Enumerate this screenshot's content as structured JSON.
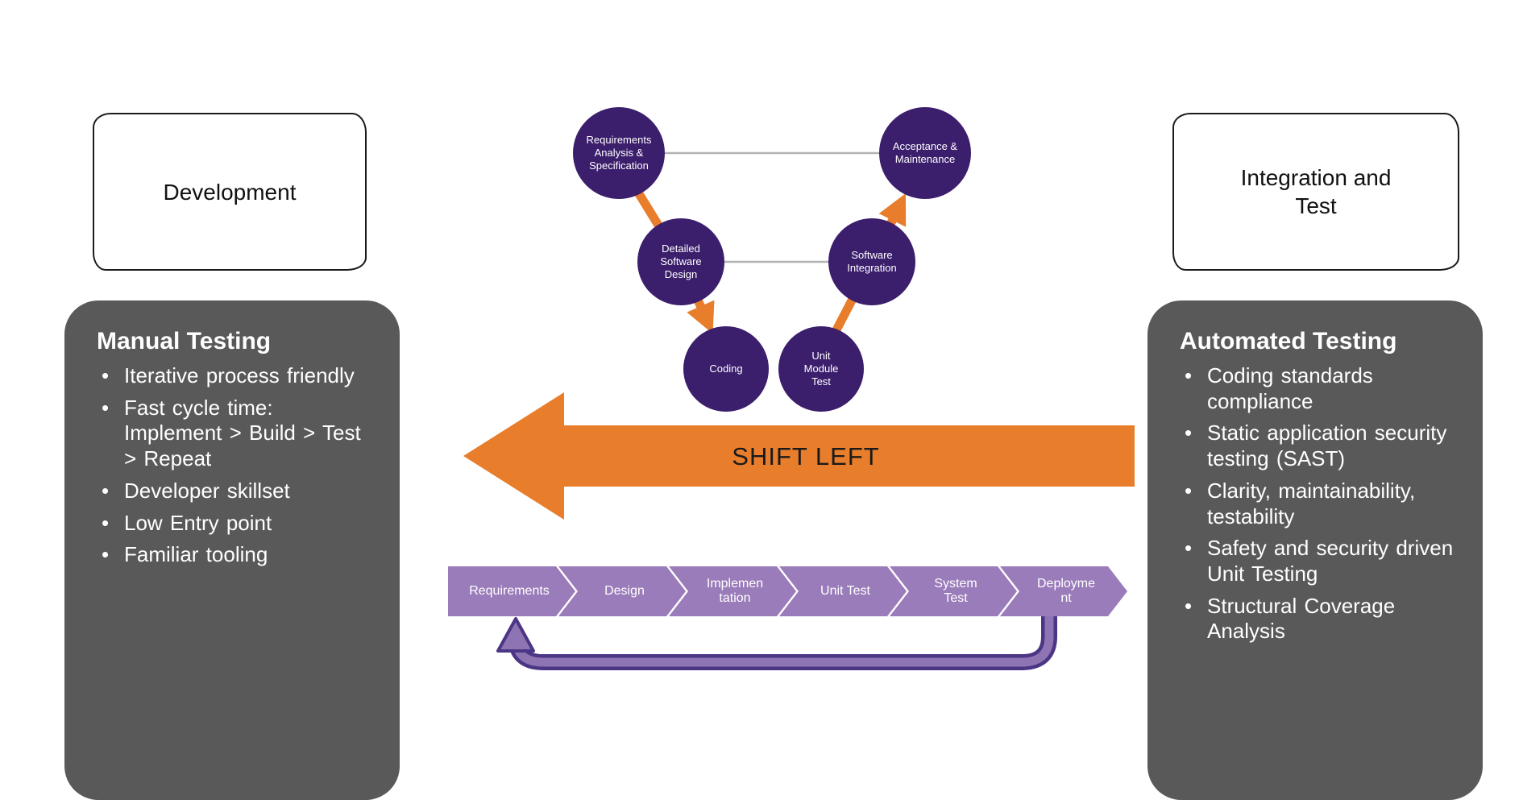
{
  "labels": {
    "development": "Development",
    "integration_test": "Integration and\nTest",
    "shift_left": "SHIFT LEFT"
  },
  "manual_testing": {
    "title": "Manual Testing",
    "bullets": [
      "Iterative process friendly",
      "Fast cycle time: Implement > Build > Test > Repeat",
      "Developer skillset",
      "Low Entry point",
      "Familiar tooling"
    ]
  },
  "automated_testing": {
    "title": "Automated Testing",
    "bullets": [
      "Coding standards compliance",
      "Static application security testing (SAST)",
      "Clarity, maintainability, testability",
      "Safety and security driven Unit Testing",
      "Structural Coverage Analysis"
    ]
  },
  "v_model": {
    "nodes": [
      {
        "label": "Requirements\nAnalysis &\nSpecification"
      },
      {
        "label": "Detailed\nSoftware\nDesign"
      },
      {
        "label": "Coding"
      },
      {
        "label": "Unit\nModule\nTest"
      },
      {
        "label": "Software\nIntegration"
      },
      {
        "label": "Acceptance &\nMaintenance"
      }
    ]
  },
  "pipeline": {
    "stages": [
      "Requirements",
      "Design",
      "Implemen\ntation",
      "Unit Test",
      "System\nTest",
      "Deployme\nnt"
    ]
  },
  "colors": {
    "node_purple": "#3B1E6C",
    "arrow_orange": "#E87E2B",
    "chevron_purple": "#9B7CBA",
    "loop_fill_purple": "#8F74B3",
    "loop_outline_purple": "#4B3585",
    "panel_gray": "#595959",
    "connector_gray": "#B3B3B3"
  }
}
